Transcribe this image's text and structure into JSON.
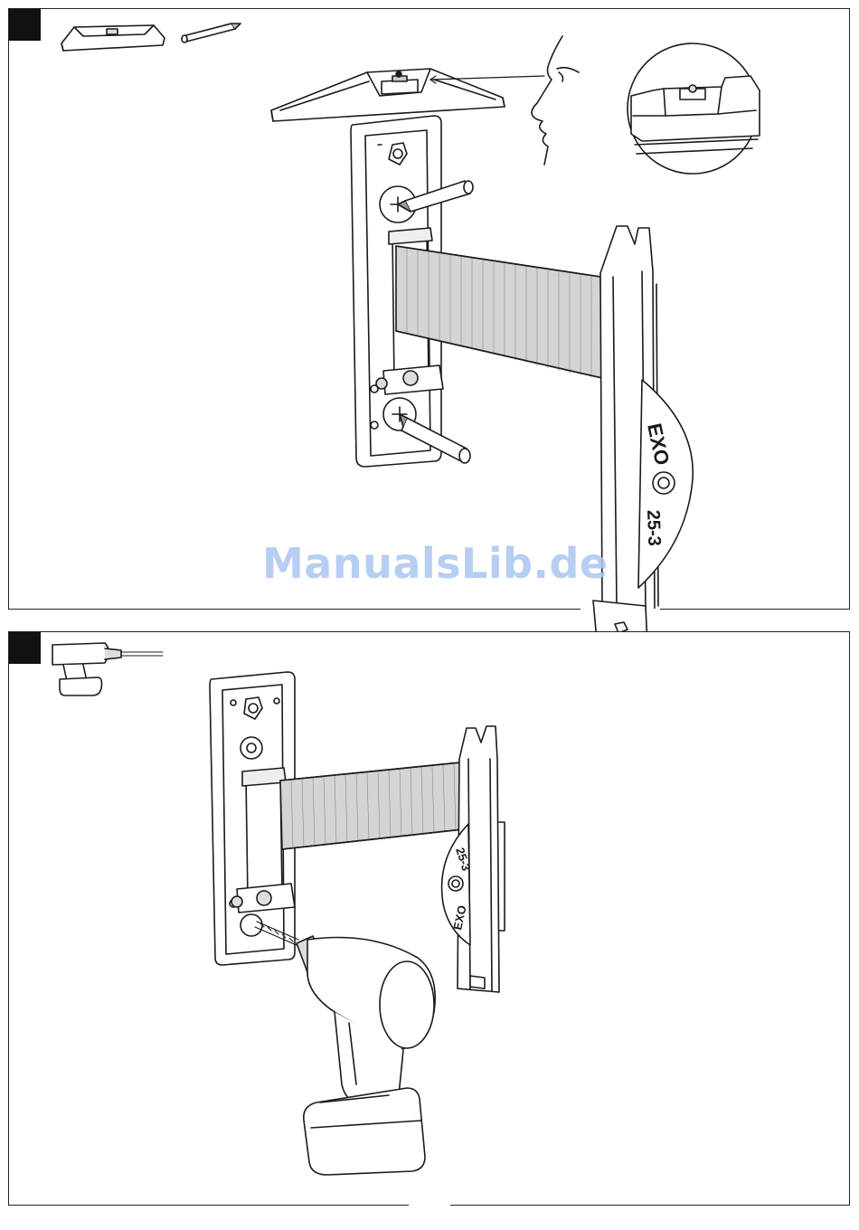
{
  "watermark": {
    "text": "ManualsLib.de"
  },
  "bracket_labels": {
    "brand": "EXO",
    "model": "25-3"
  },
  "colors": {
    "line": "#1a1a1a",
    "marker": "#111111",
    "watermark": "#a9c6f0",
    "shading": "#cfcfcf"
  },
  "icons": {
    "step1_tools": [
      "spirit-level-icon",
      "pencil-icon"
    ],
    "step2_tools": [
      "drill-icon"
    ]
  }
}
